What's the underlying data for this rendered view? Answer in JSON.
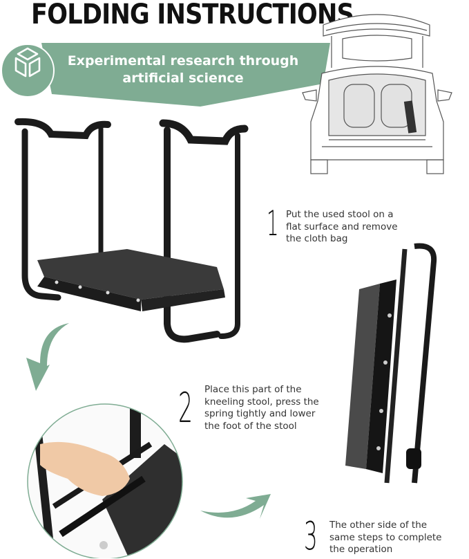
{
  "header": {
    "title": "FOLDING INSTRUCTIONS",
    "banner_text_line1": "Experimental research through",
    "banner_text_line2": "artificial science",
    "banner_icon": "cube-icon",
    "accent_color": "#7fac93"
  },
  "steps": [
    {
      "number": "1",
      "text_lines": [
        "Put the used stool on a",
        "flat surface and remove",
        "the cloth bag"
      ]
    },
    {
      "number": "2",
      "text_lines": [
        "Place this part of the",
        "kneeling stool, press the",
        "spring tightly and lower",
        "the foot of the stool"
      ]
    },
    {
      "number": "3",
      "text_lines": [
        "The other side of the",
        "same steps to complete",
        "the operation"
      ]
    }
  ],
  "images": {
    "car_trunk": "car-trunk-illustration",
    "stool_open": "kneeling-stool-open-photo",
    "stool_folded": "kneeling-stool-folded-photo",
    "hand_closeup": "hand-pressing-spring-closeup"
  }
}
